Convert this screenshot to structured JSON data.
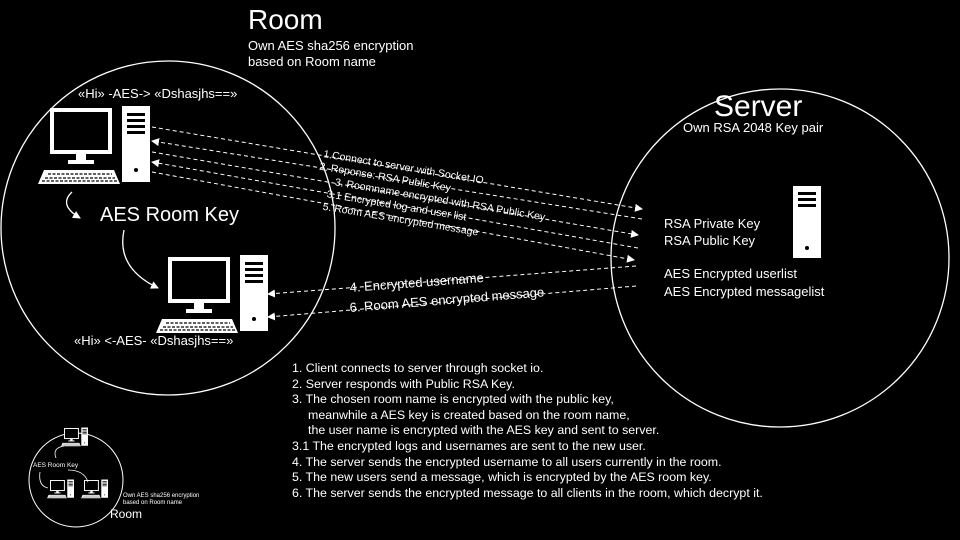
{
  "room": {
    "title": "Room",
    "subtitle_line1": "Own AES sha256 encryption",
    "subtitle_line2": "based on Room name",
    "aes_top": "«Hi» -AES-> «Dshasjhs==»",
    "aes_bottom": "«Hi» <-AES- «Dshasjhs==»",
    "room_key": "AES Room Key"
  },
  "server": {
    "title": "Server",
    "subtitle": "Own RSA 2048 Key pair",
    "keys": [
      "RSA Private Key",
      "RSA Public Key"
    ],
    "stores": [
      "AES Encrypted userlist",
      "AES Encrypted messagelist"
    ]
  },
  "arrows": {
    "upper": [
      "1.Connect to server with Socket IO",
      "2. Reponse: RSA Public Key",
      "3. Roomname encrypted with RSA Public Key",
      "3.1 Encrypted log and user list",
      "5. Room AES encrypted message"
    ],
    "lower": [
      "4. Encrypted username",
      "6. Room AES encrypted message"
    ]
  },
  "steps": [
    "1. Client connects to server through socket io.",
    "2. Server responds with Public RSA Key.",
    "3. The chosen room name is encrypted with the public key,",
    "    meanwhile a AES key is created based on the room name,",
    "    the user name is encrypted with the AES key and sent to server.",
    "3.1 The encrypted logs and usernames are sent to the new user.",
    "4. The server sends the encrypted username to all users currently in the room.",
    "5. The new users send a message, which is encrypted by the AES room key.",
    "6. The server sends the encrypted message to all clients in the room, which decrypt it."
  ],
  "mini": {
    "room_key": "AES Room Key",
    "subtitle_line1": "Own AES sha256 encryption",
    "subtitle_line2": "based on Room name",
    "title": "Room"
  }
}
